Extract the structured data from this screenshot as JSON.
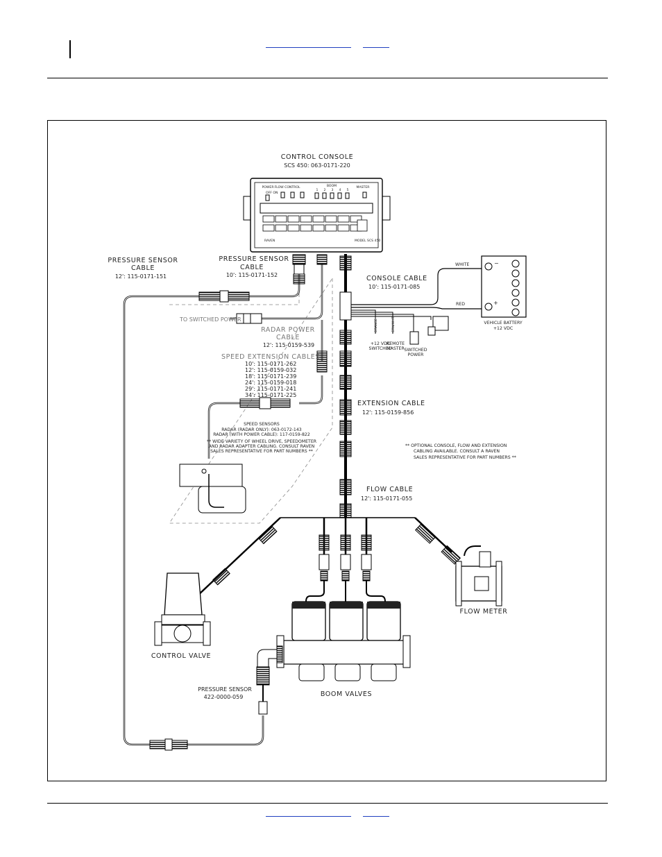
{
  "diagram": {
    "control_console": {
      "title": "CONTROL CONSOLE",
      "part": "SCS 450: 063-0171-220"
    },
    "pressure_sensor_cable_left": {
      "title_1": "PRESSURE SENSOR",
      "title_2": "CABLE",
      "part": "12': 115-0171-151"
    },
    "pressure_sensor_cable_right": {
      "title_1": "PRESSURE SENSOR",
      "title_2": "CABLE",
      "part": "10': 115-0171-152"
    },
    "to_switched_power": "TO SWITCHED POWER",
    "radar_power_cable": {
      "title_1": "RADAR POWER",
      "title_2": "CABLE",
      "part": "12': 115-0159-539"
    },
    "speed_extension_cables": {
      "title": "SPEED EXTENSION CABLES",
      "parts": [
        "10': 115-0171-262",
        "12': 115-0159-032",
        "18': 115-0171-239",
        "24': 115-0159-018",
        "29': 115-0171-241",
        "34': 115-0171-225"
      ]
    },
    "speed_sensors": {
      "title": "SPEED SENSORS",
      "lines": [
        "RADAR (RADAR ONLY): 063-0172-143",
        "RADAR (WITH POWER CABLE): 117-0159-822"
      ],
      "note": [
        "** WIDE VARIETY OF WHEEL DRIVE, SPEEDOMETER",
        "AND RADAR ADAPTER CABLING. CONSULT RAVEN",
        "SALES REPRESENTATIVE FOR PART NUMBERS **"
      ]
    },
    "console_cable": {
      "title": "CONSOLE CABLE",
      "part": "10': 115-0171-085"
    },
    "wire_white": "WHITE",
    "wire_red": "RED",
    "wire_orange": "ORANGE",
    "wire_grn_wht": "GRN/WHT",
    "plus_12vdc_switched": [
      "+12 VDC",
      "SWITCHED"
    ],
    "remote_master": [
      "REMOTE",
      "MASTER"
    ],
    "switched_power": [
      "SWITCHED",
      "POWER"
    ],
    "vehicle_battery": [
      "VEHICLE BATTERY",
      "+12 VDC"
    ],
    "battery_minus": "−",
    "battery_plus": "+",
    "extension_cable": {
      "title": "EXTENSION CABLE",
      "part": "12': 115-0159-856"
    },
    "optional_note": [
      "** OPTIONAL CONSOLE, FLOW AND EXTENSION",
      "CABLING AVAILABLE.  CONSULT A RAVEN",
      "SALES REPRESENTATIVE FOR PART NUMBERS **"
    ],
    "flow_cable": {
      "title": "FLOW CABLE",
      "part": "12': 115-0171-055"
    },
    "flow_meter": "FLOW METER",
    "control_valve": "CONTROL VALVE",
    "pressure_sensor": {
      "title": "PRESSURE SENSOR",
      "part": "422-0000-059"
    },
    "boom_valves": "BOOM VALVES",
    "console_panel": {
      "power": "POWER",
      "flow_control": "FLOW CONTROL",
      "boom": "BOOM",
      "master": "MASTER",
      "off_on": "OFF ON",
      "brand": "RAVEN",
      "model": "MODEL SCS 450",
      "boom_numbers": [
        "1",
        "2",
        "3",
        "4",
        "5"
      ]
    }
  }
}
